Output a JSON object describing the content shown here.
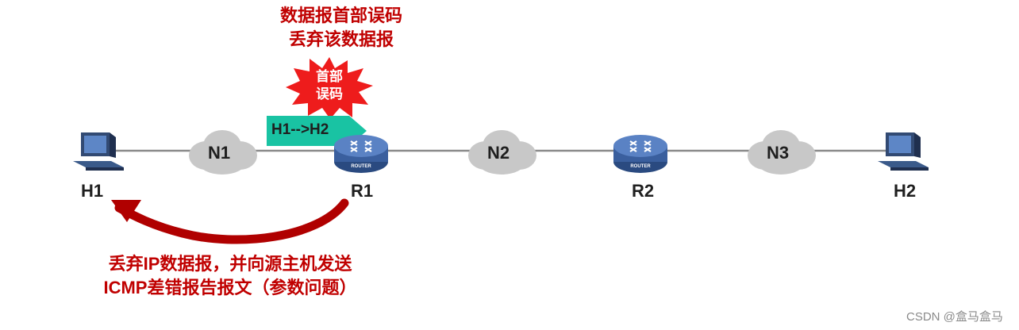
{
  "top_note": {
    "line1": "数据报首部误码",
    "line2": "丢弃该数据报"
  },
  "burst": {
    "line1": "首部",
    "line2": "误码"
  },
  "packet": {
    "label": "H1-->H2"
  },
  "nodes": {
    "h1": "H1",
    "r1": "R1",
    "r2": "R2",
    "h2": "H2"
  },
  "networks": {
    "n1": "N1",
    "n2": "N2",
    "n3": "N3"
  },
  "router_badge": "ROUTER",
  "bottom_note": {
    "line1": "丢弃IP数据报，并向源主机发送",
    "line2": "ICMP差错报告报文（参数问题）"
  },
  "watermark": "CSDN @盒马盒马",
  "colors": {
    "accent_red": "#c00000",
    "packet_teal": "#19c3a3",
    "router_blue": "#3a5f9e",
    "cloud_gray": "#c8c8c8"
  },
  "icons": {
    "host": "computer-icon",
    "router": "router-icon",
    "network": "cloud-icon"
  }
}
